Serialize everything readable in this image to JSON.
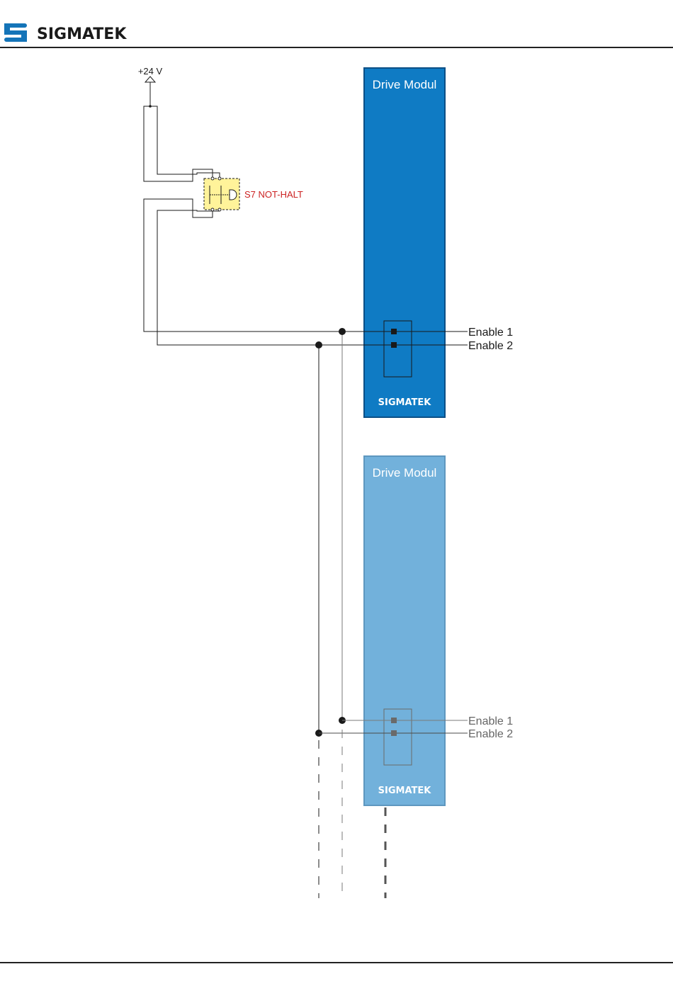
{
  "header": {
    "brand": "SIGMATEK"
  },
  "diagram": {
    "supply_label": "+24 V",
    "switch_label": "S7 NOT-HALT",
    "modules": [
      {
        "title": "Drive Modul",
        "brand": "SIGMATEK",
        "enable1_label": "Enable 1",
        "enable2_label": "Enable 2"
      },
      {
        "title": "Drive Modul",
        "brand": "SIGMATEK",
        "enable1_label": "Enable 1",
        "enable2_label": "Enable 2"
      }
    ]
  },
  "colors": {
    "brand_blue": "#1474b8",
    "module_active": "#0f7bc4",
    "module_active_border": "#0b4f86",
    "module_faded": "#72b1db",
    "module_faded_border": "#5e97bf",
    "switch_fill": "#fff39a",
    "switch_label": "#cc2222",
    "wire": "#1a1a1a",
    "wire_faded": "#7a7a7a"
  }
}
